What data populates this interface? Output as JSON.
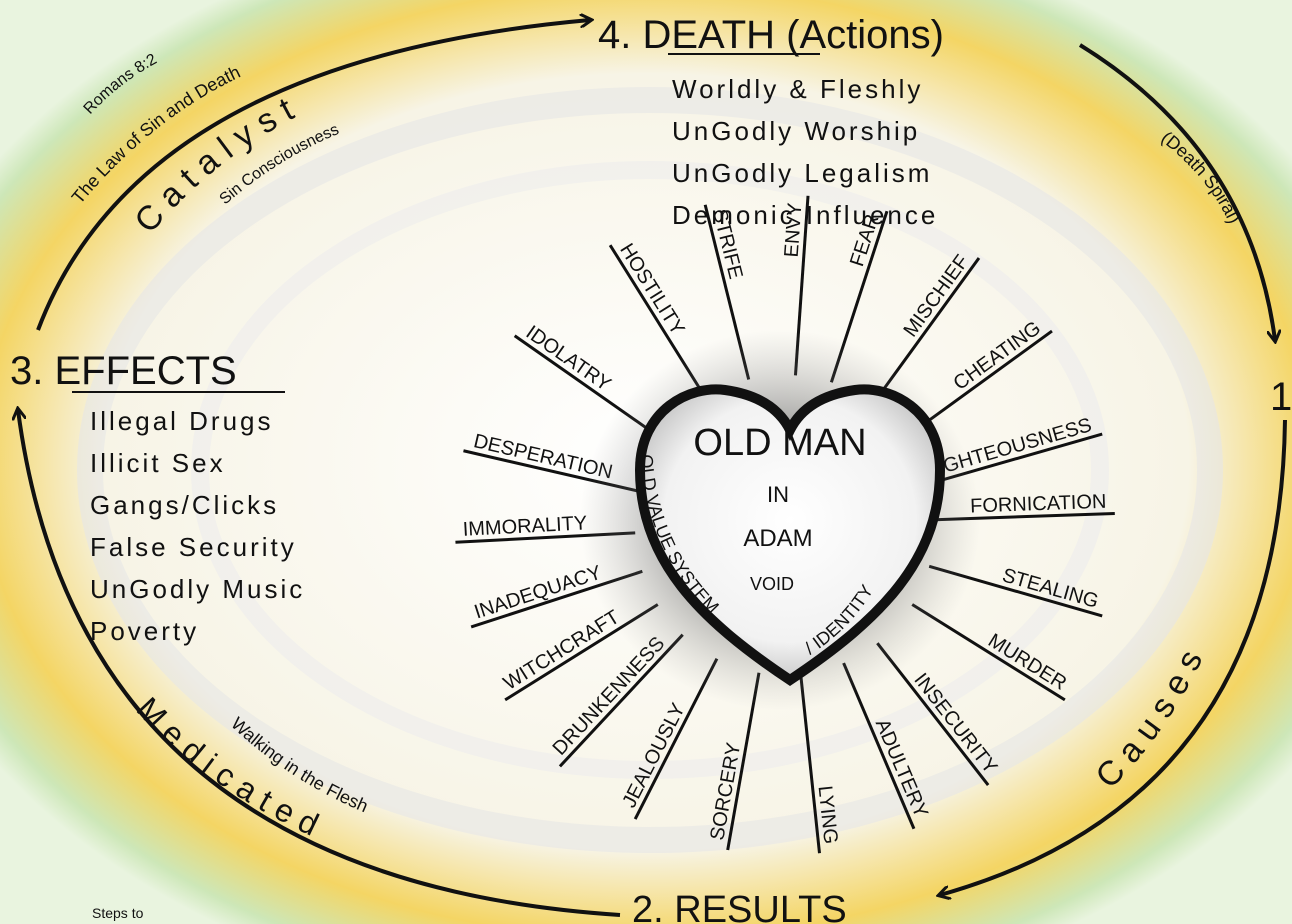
{
  "stages": {
    "death": {
      "heading": "4. DEATH (Actions)",
      "items": [
        "Worldly & Fleshly",
        "UnGodly Worship",
        "UnGodly Legalism",
        "Demonic Influence"
      ]
    },
    "effects": {
      "heading": "3. EFFECTS",
      "items": [
        "Illegal Drugs",
        "Illicit Sex",
        "Gangs/Clicks",
        "False Security",
        "UnGodly Music",
        "Poverty"
      ]
    },
    "results": {
      "heading": "2. RESULTS"
    },
    "causes": {
      "number": "1"
    }
  },
  "arc_labels": {
    "romans": "Romans 8:2",
    "law": "The Law of Sin and Death",
    "catalyst": "C a t a l y s t",
    "sin_consciousness": "Sin Consciousness",
    "death_spiral": "(Death Spiral)",
    "causes": "C a u s e s",
    "medicated": "M e d i c a t e d",
    "walking": "Walking in the Flesh",
    "steps": "Steps to"
  },
  "heart": {
    "line1": "OLD MAN",
    "line2": "IN",
    "line3": "ADAM",
    "void": "VOID",
    "left_arc": "OLD VALUE SYSTEM",
    "right_arc": "/ IDENTITY"
  },
  "spokes": [
    {
      "label": "HOSTILITY",
      "angle": -122
    },
    {
      "label": "STRIFE",
      "angle": -104
    },
    {
      "label": "ENVY",
      "angle": -86
    },
    {
      "label": "FEAR",
      "angle": -72
    },
    {
      "label": "MISCHIEF",
      "angle": -54
    },
    {
      "label": "CHEATING",
      "angle": -36
    },
    {
      "label": "UNRIGHTEOUSNESS",
      "angle": -16
    },
    {
      "label": "FORNICATION",
      "angle": -2
    },
    {
      "label": "STEALING",
      "angle": 16
    },
    {
      "label": "MURDER",
      "angle": 32
    },
    {
      "label": "INSECURITY",
      "angle": 52
    },
    {
      "label": "ADULTERY",
      "angle": 67
    },
    {
      "label": "LYING",
      "angle": 84
    },
    {
      "label": "SORCERY",
      "angle": 100
    },
    {
      "label": "JEALOUSLY",
      "angle": 117
    },
    {
      "label": "DRUNKENNESS",
      "angle": 133
    },
    {
      "label": "WITCHCRAFT",
      "angle": 148
    },
    {
      "label": "INADEQUACY",
      "angle": 162
    },
    {
      "label": "IMMORALITY",
      "angle": 177
    },
    {
      "label": "DESPERATION",
      "angle": -167
    },
    {
      "label": "IDOLATRY",
      "angle": -145
    }
  ],
  "colors": {
    "yellow": "#f2cf3e",
    "green": "#c6e3b2",
    "ink": "#111111"
  }
}
